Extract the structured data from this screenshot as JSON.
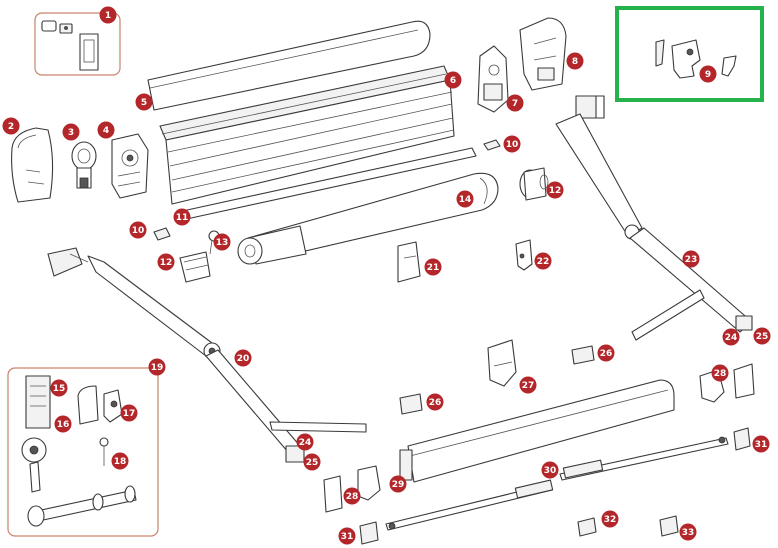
{
  "colors": {
    "badge": "#b3262a",
    "highlight": "#25b24a",
    "callout_box": "#c9826b",
    "line": "#3a3a3a"
  },
  "callouts": [
    {
      "id": "1",
      "label": "1"
    },
    {
      "id": "2",
      "label": "2"
    },
    {
      "id": "3",
      "label": "3"
    },
    {
      "id": "4",
      "label": "4"
    },
    {
      "id": "5",
      "label": "5"
    },
    {
      "id": "6",
      "label": "6"
    },
    {
      "id": "7",
      "label": "7"
    },
    {
      "id": "8",
      "label": "8"
    },
    {
      "id": "9",
      "label": "9"
    },
    {
      "id": "10a",
      "label": "10"
    },
    {
      "id": "10b",
      "label": "10"
    },
    {
      "id": "11",
      "label": "11"
    },
    {
      "id": "12a",
      "label": "12"
    },
    {
      "id": "12b",
      "label": "12"
    },
    {
      "id": "13",
      "label": "13"
    },
    {
      "id": "14",
      "label": "14"
    },
    {
      "id": "15",
      "label": "15"
    },
    {
      "id": "16",
      "label": "16"
    },
    {
      "id": "17",
      "label": "17"
    },
    {
      "id": "18",
      "label": "18"
    },
    {
      "id": "19",
      "label": "19"
    },
    {
      "id": "20",
      "label": "20"
    },
    {
      "id": "21",
      "label": "21"
    },
    {
      "id": "22",
      "label": "22"
    },
    {
      "id": "23",
      "label": "23"
    },
    {
      "id": "24a",
      "label": "24"
    },
    {
      "id": "24b",
      "label": "24"
    },
    {
      "id": "25a",
      "label": "25"
    },
    {
      "id": "25b",
      "label": "25"
    },
    {
      "id": "26a",
      "label": "26"
    },
    {
      "id": "26b",
      "label": "26"
    },
    {
      "id": "27",
      "label": "27"
    },
    {
      "id": "28a",
      "label": "28"
    },
    {
      "id": "28b",
      "label": "28"
    },
    {
      "id": "29",
      "label": "29"
    },
    {
      "id": "30",
      "label": "30"
    },
    {
      "id": "31a",
      "label": "31"
    },
    {
      "id": "31b",
      "label": "31"
    },
    {
      "id": "32",
      "label": "32"
    },
    {
      "id": "33",
      "label": "33"
    }
  ]
}
